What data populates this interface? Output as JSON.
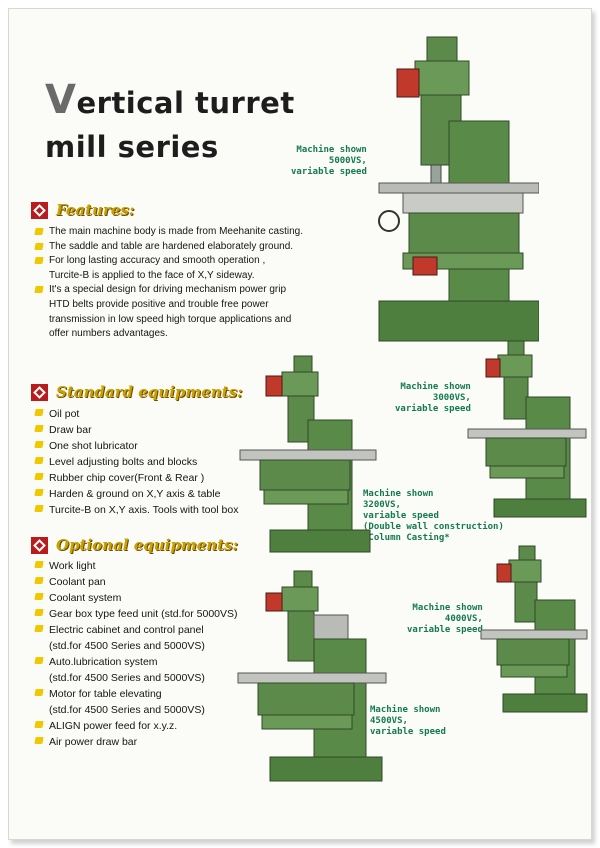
{
  "title": {
    "initial": "V",
    "line1_rest": "ertical turret",
    "line2": "mill series"
  },
  "features": {
    "heading": "Features:",
    "items": [
      [
        "The main machine body is made from Meehanite casting."
      ],
      [
        "The saddle and table are hardened elaborately ground."
      ],
      [
        "For long lasting accuracy and smooth operation ,",
        "Turcite-B is applied to the face of X,Y sideway."
      ],
      [
        "It's a special design for driving mechanism power grip",
        "HTD belts provide positive and  trouble free power",
        "transmission in low speed high torque applications and",
        "offer numbers advantages."
      ]
    ]
  },
  "standard": {
    "heading": "Standard equipments:",
    "items": [
      "Oil pot",
      "Draw bar",
      "One shot lubricator",
      "Level adjusting bolts and blocks",
      "Rubber chip cover(Front & Rear )",
      "Harden & ground on X,Y axis & table",
      "Turcite-B on X,Y axis. Tools with tool box"
    ]
  },
  "optional": {
    "heading": "Optional equipments:",
    "items": [
      [
        "Work light"
      ],
      [
        "Coolant pan"
      ],
      [
        "Coolant system"
      ],
      [
        "Gear box type feed unit (std.for 5000VS)"
      ],
      [
        "Electric cabinet and control panel",
        "(std.for 4500 Series and 5000VS)"
      ],
      [
        "Auto.lubrication system",
        "(std.for 4500 Series and 5000VS)"
      ],
      [
        "Motor for table elevating",
        "(std.for 4500 Series and 5000VS)"
      ],
      [
        "ALIGN power feed for x.y.z."
      ],
      [
        "Air  power draw bar"
      ]
    ]
  },
  "captions": {
    "m5000": [
      "Machine shown",
      "5000VS,",
      "variable speed"
    ],
    "m3000": [
      "Machine shown",
      "3000VS,",
      "variable speed"
    ],
    "m3200": [
      "Machine shown",
      "3200VS,",
      "variable speed",
      "(Double wall construction)",
      "*Column Casting*"
    ],
    "m4000": [
      "Machine shown",
      "4000VS,",
      "variable speed"
    ],
    "m4500": [
      "Machine shown",
      "4500VS,",
      "variable speed"
    ]
  },
  "colors": {
    "machine_green": "#5c8a4a",
    "machine_dark": "#2f4a28",
    "accent_red": "#b81c1c",
    "heading_gold": "#c9a100",
    "caption_green": "#137a52"
  }
}
